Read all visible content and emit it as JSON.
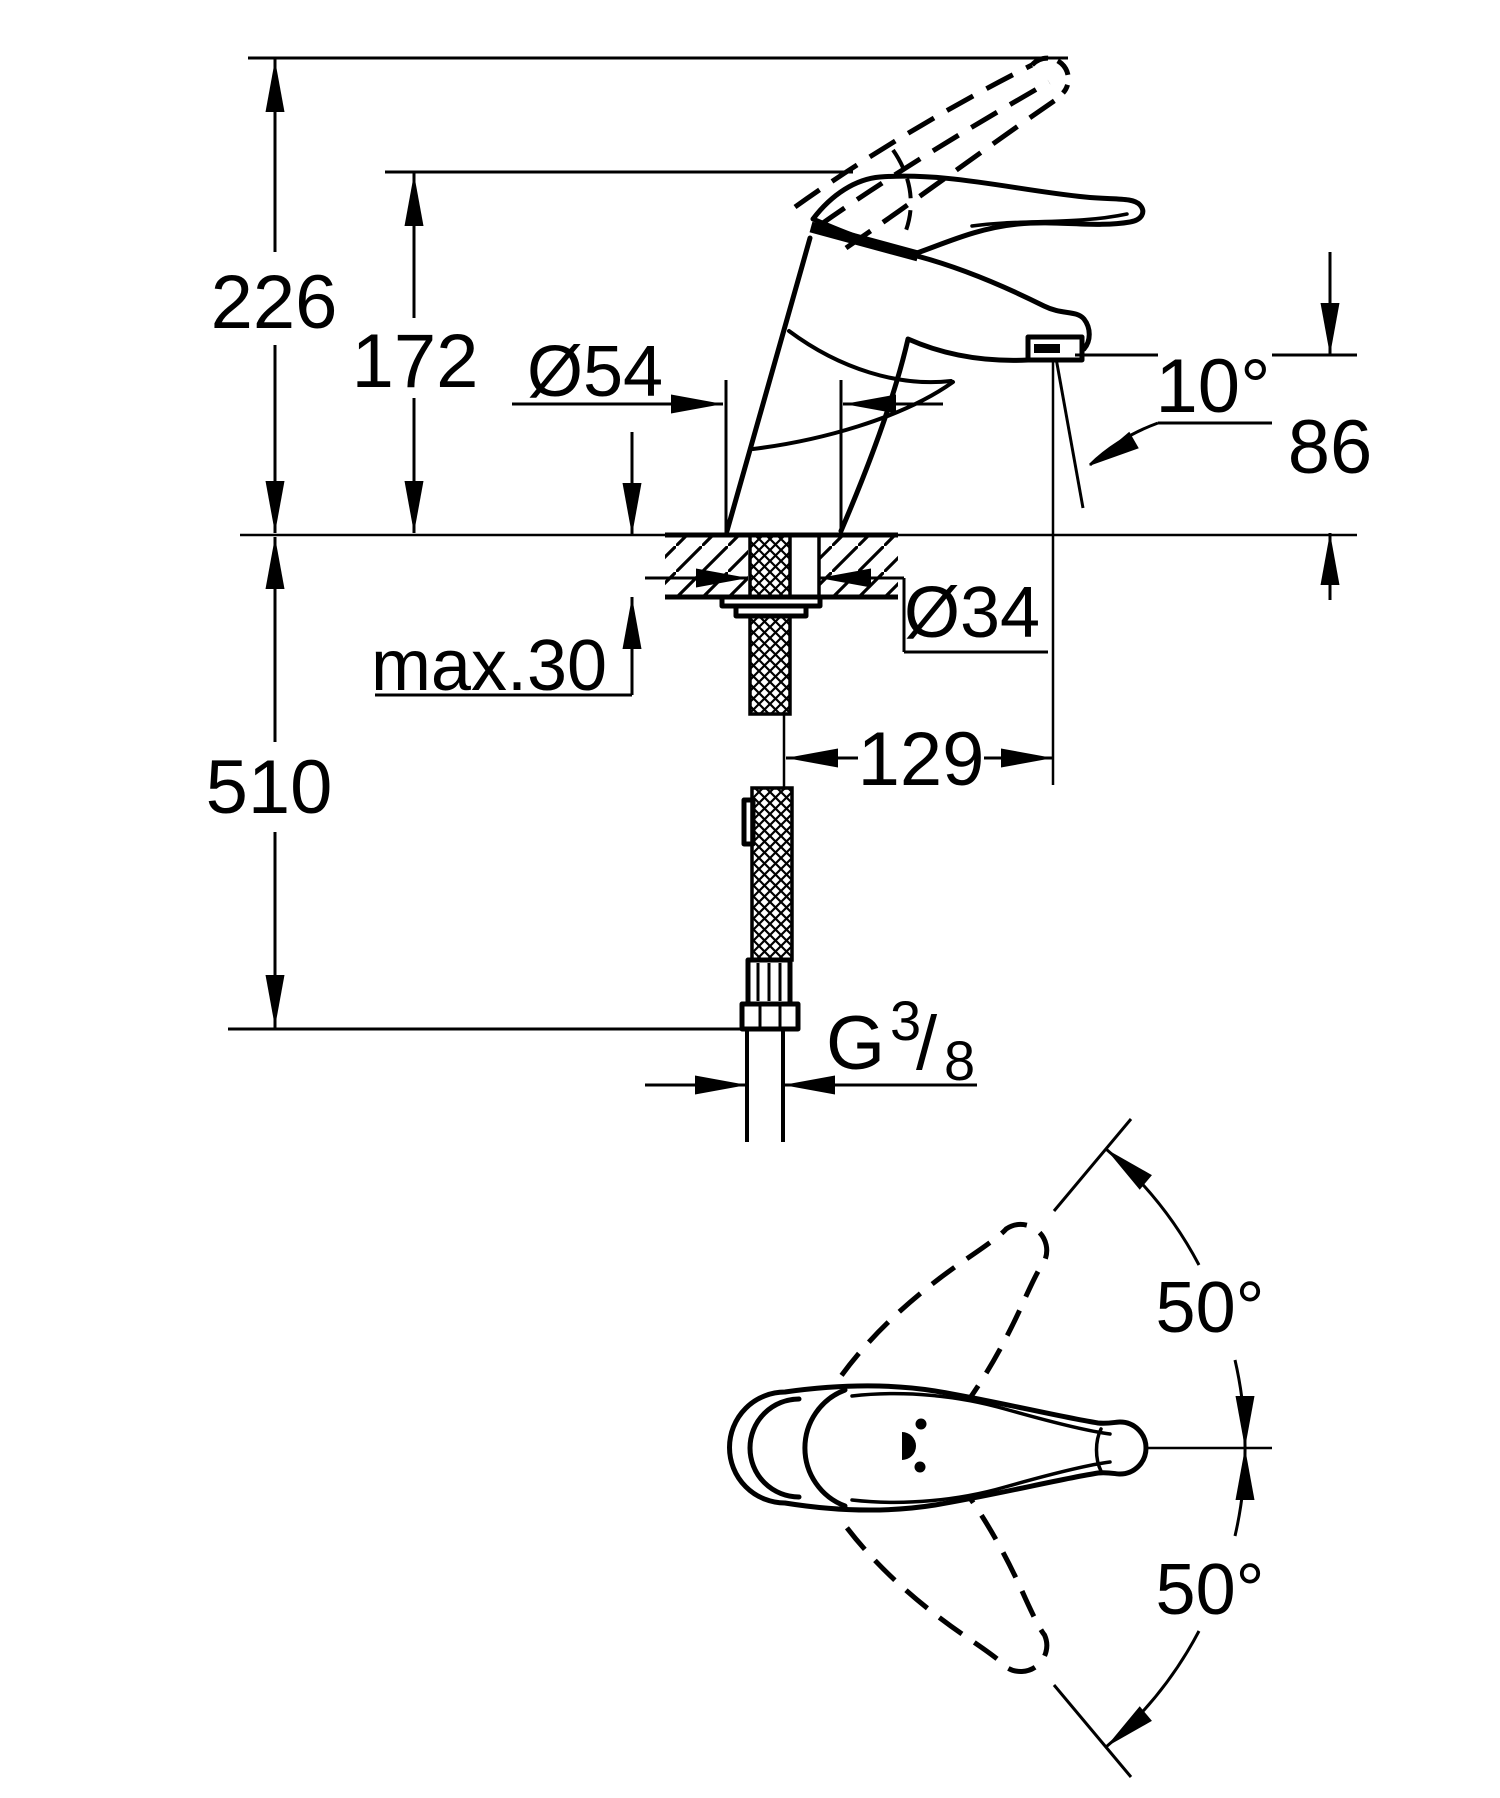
{
  "page": {
    "background": "#ffffff",
    "ink_color": "#000000",
    "drawing_type": "technical dimension drawing of a single-lever basin mixer tap, side elevation and plan view of handle swivel"
  },
  "front_view": {
    "dim_overall_height_handle_raised": "226",
    "dim_height_handle_closed": "172",
    "dim_base_diameter": "Ø54",
    "dim_spout_outlet_angle": "10°",
    "dim_spout_outlet_height": "86",
    "dim_max_deck_thickness": "max.30",
    "dim_mounting_hole_diameter": "Ø34",
    "dim_hose_length_below_deck": "510",
    "dim_spout_projection": "129",
    "thread_g": "G",
    "thread_numerator": "3",
    "thread_slash": "/",
    "thread_denominator": "8"
  },
  "top_view": {
    "dim_handle_swivel_upper": "50°",
    "dim_handle_swivel_lower": "50°"
  }
}
